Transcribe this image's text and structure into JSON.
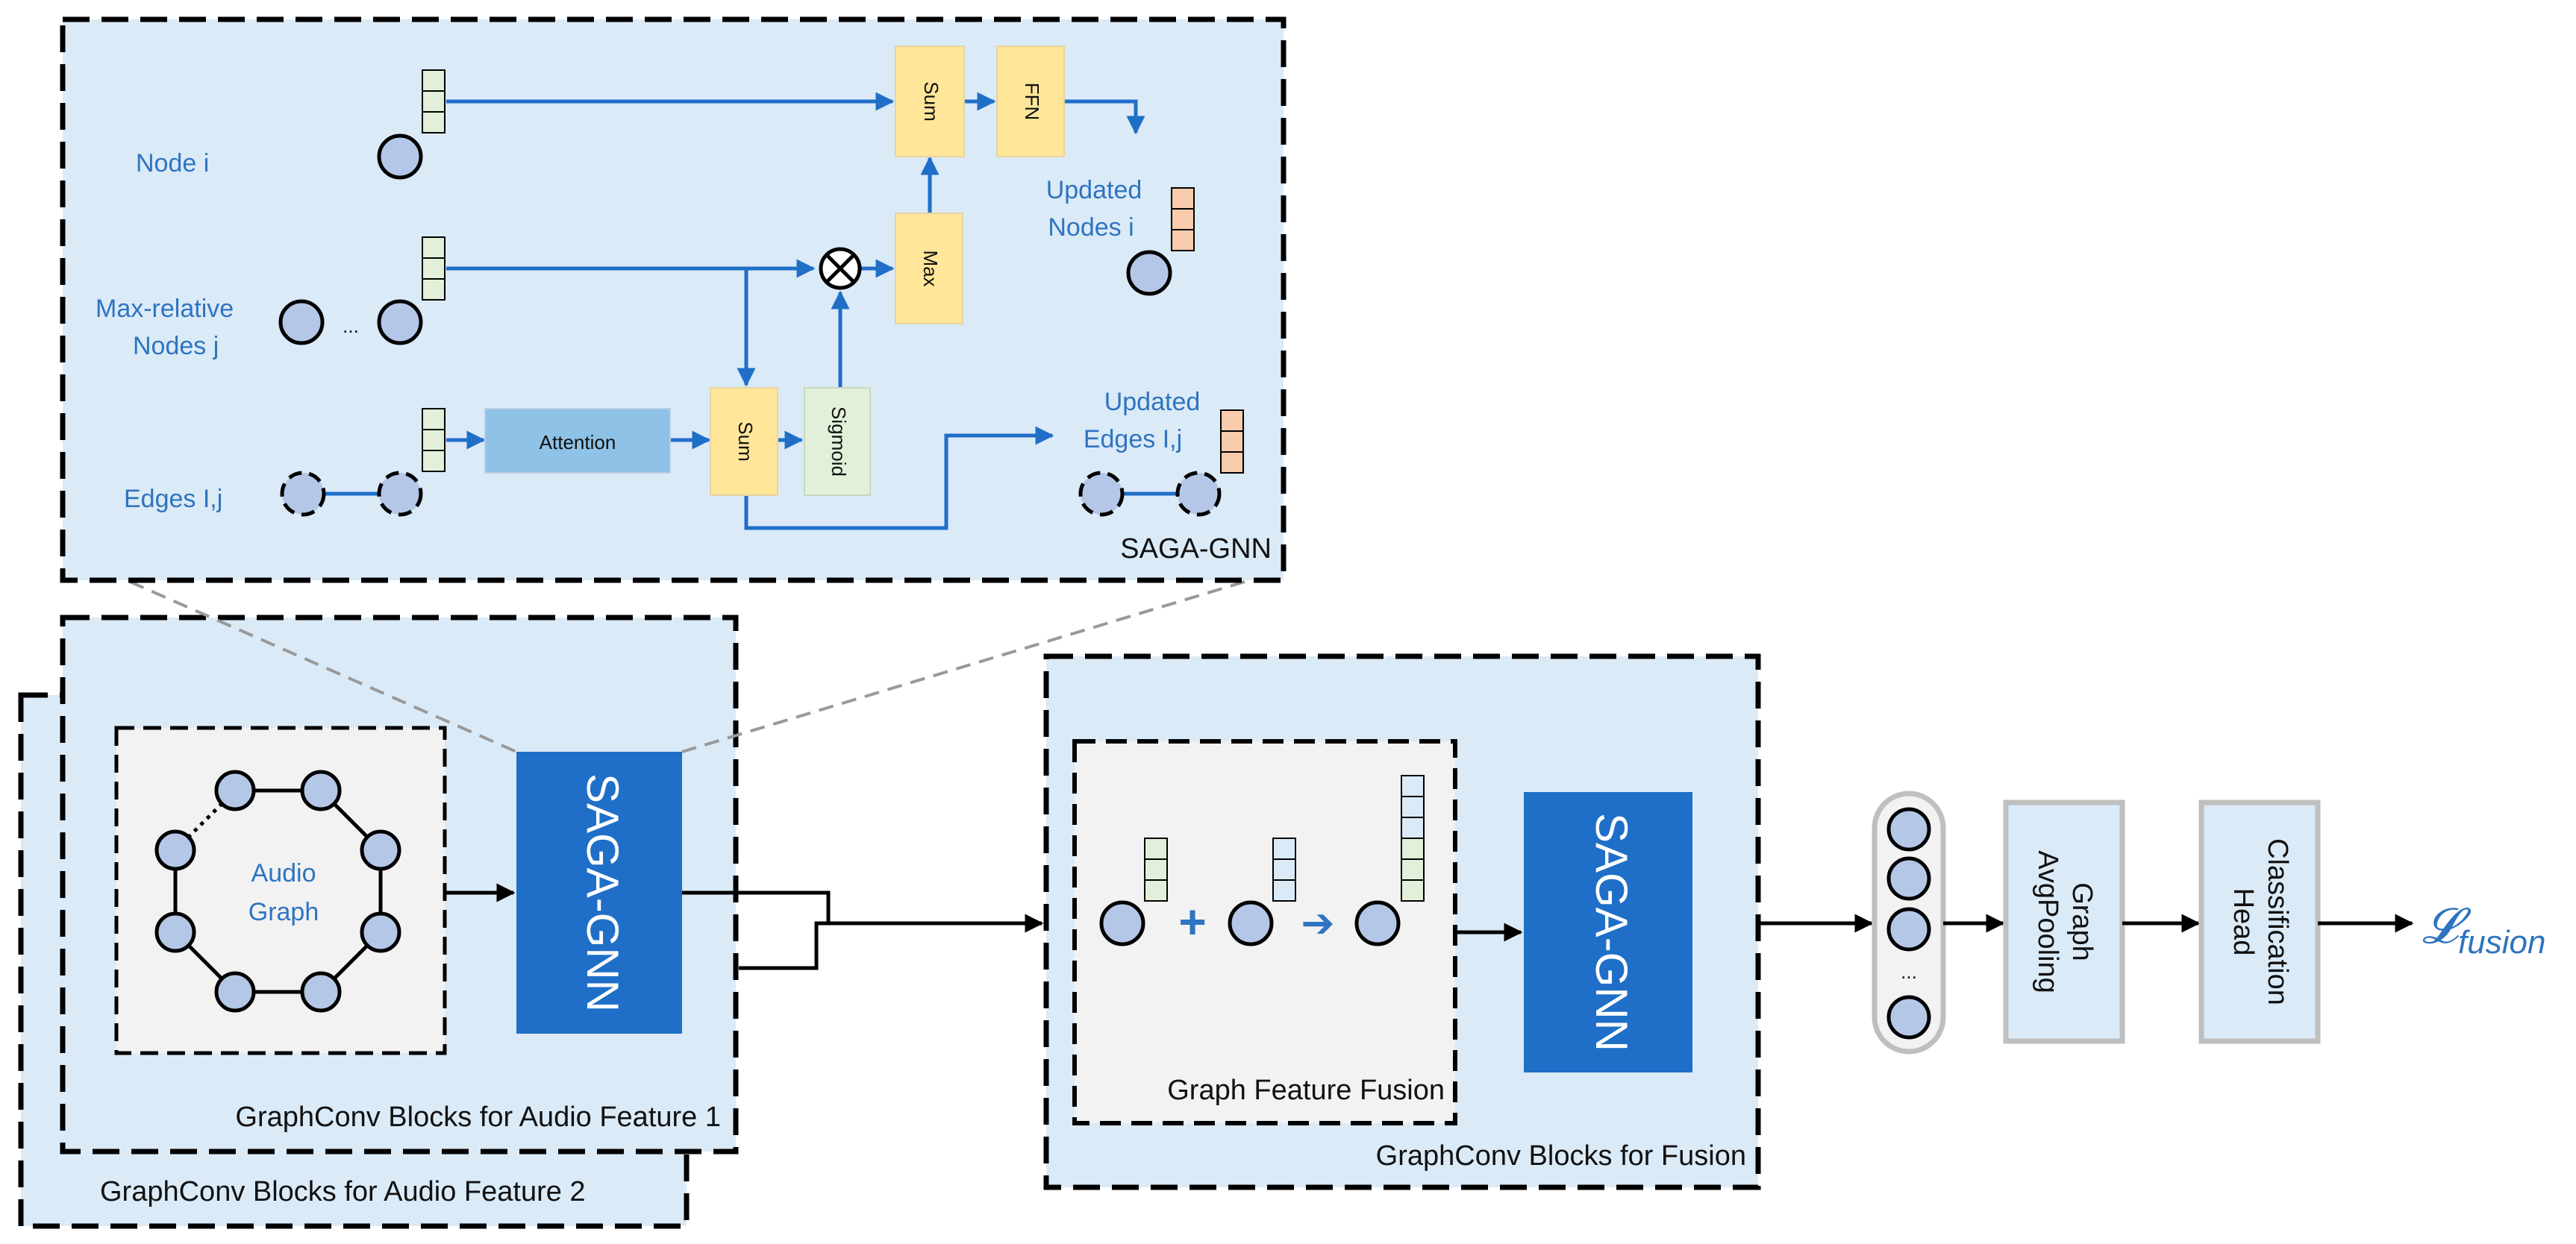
{
  "saga_detail": {
    "node_i": "Node i",
    "max_relative_line1": "Max-relative",
    "max_relative_line2": "Nodes j",
    "ellipsis": "...",
    "edges": "Edges I,j",
    "attention": "Attention",
    "sum": "Sum",
    "sigmoid": "Sigmoid",
    "max": "Max",
    "ffn": "FFN",
    "updated_nodes_line1": "Updated",
    "updated_nodes_line2": "Nodes i",
    "updated_edges_line1": "Updated",
    "updated_edges_line2": "Edges I,j",
    "title": "SAGA-GNN"
  },
  "audio_blocks": {
    "graph_line1": "Audio",
    "graph_line2": "Graph",
    "gnn": "SAGA-GNN",
    "feature1": "GraphConv Blocks for Audio Feature 1",
    "feature2": "GraphConv Blocks for Audio Feature 2"
  },
  "fusion_block": {
    "inner_title": "Graph Feature Fusion",
    "gnn": "SAGA-GNN",
    "outer_title": "GraphConv Blocks for Fusion",
    "plus": "+",
    "arrow": "➔"
  },
  "pipeline": {
    "ellipsis": "...",
    "pooling_line1": "Graph",
    "pooling_line2": "AvgPooling",
    "head_line1": "Classification",
    "head_line2": "Head",
    "loss_symbol": "𝓛",
    "loss_subscript": "fusion"
  },
  "colors": {
    "panel_bg": "#dbeaf7",
    "inner_panel_bg": "#f2f2f2",
    "gnn_block": "#1f6fc8",
    "yellow_op": "#ffe699",
    "green_op": "#e2f0d9",
    "attention_block": "#8ec2e6",
    "node_fill": "#b4c7e7",
    "edge_blue": "#1f6fc8",
    "updated_feature": "#f8cbad",
    "feature": "#e2f0d9",
    "fusion_feature": "#dbeaf7"
  }
}
